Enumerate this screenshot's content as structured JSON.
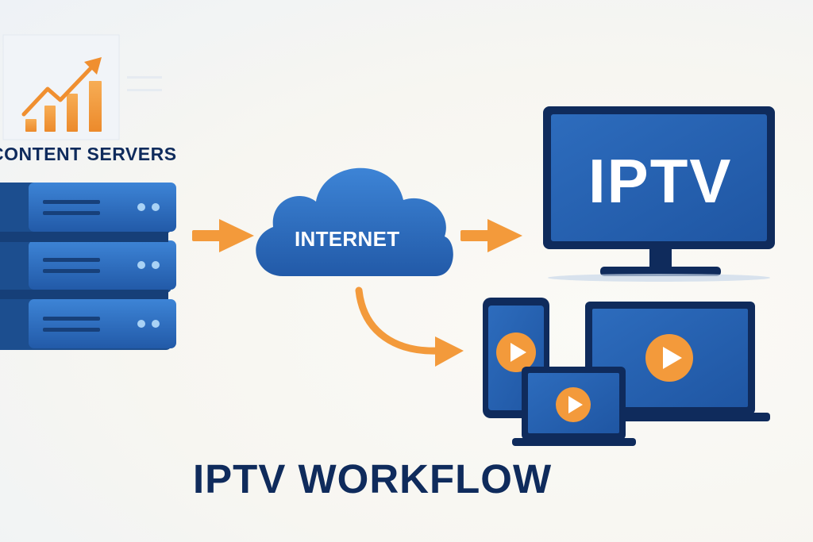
{
  "labels": {
    "servers": "CONTENT SERVERS",
    "internet": "INTERNET",
    "tv_screen": "IPTV",
    "title": "IPTV WORKFLOW"
  },
  "icons": [
    "growth-chart-icon",
    "server-rack-icon",
    "cloud-icon",
    "tv-icon",
    "smartphone-icon",
    "tablet-icon",
    "laptop-icon",
    "play-icon",
    "arrow-right-icon",
    "curved-arrow-icon"
  ],
  "colors": {
    "device_blue": "#2f6fc0",
    "device_dark": "#0f2b5c",
    "accent_orange": "#f39a3b",
    "text_navy": "#0f2b5c",
    "background": "#f7f6f1"
  }
}
